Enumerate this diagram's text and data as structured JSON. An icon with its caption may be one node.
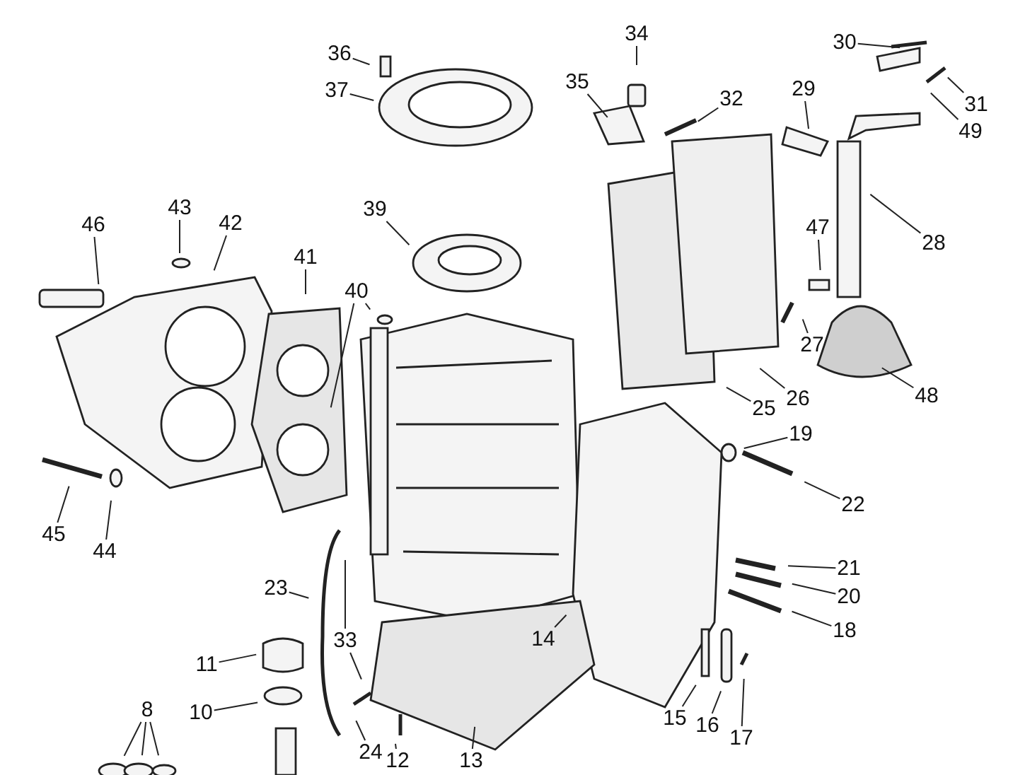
{
  "diagram": {
    "nodes": [
      {
        "text": [
          "34"
        ]
      },
      {
        "text": [
          "30"
        ]
      },
      {
        "text": [
          "36"
        ]
      },
      {
        "text": [
          "35"
        ]
      },
      {
        "text": [
          "29"
        ]
      },
      {
        "text": [
          "32"
        ]
      },
      {
        "text": [
          "37"
        ]
      },
      {
        "text": [
          "31"
        ]
      },
      {
        "text": [
          "49"
        ]
      },
      {
        "text": [
          "43"
        ]
      },
      {
        "text": [
          "39"
        ]
      },
      {
        "text": [
          "42"
        ]
      },
      {
        "text": [
          "46"
        ]
      },
      {
        "text": [
          "47"
        ]
      },
      {
        "text": [
          "28"
        ]
      },
      {
        "text": [
          "41"
        ]
      },
      {
        "text": [
          "40"
        ]
      },
      {
        "text": [
          "27"
        ]
      },
      {
        "text": [
          "26"
        ]
      },
      {
        "text": [
          "48"
        ]
      },
      {
        "text": [
          "25"
        ]
      },
      {
        "text": [
          "19"
        ]
      },
      {
        "text": [
          "22"
        ]
      },
      {
        "text": [
          "45"
        ]
      },
      {
        "text": [
          "44"
        ]
      },
      {
        "text": [
          "21"
        ]
      },
      {
        "text": [
          "23"
        ]
      },
      {
        "text": [
          "20"
        ]
      },
      {
        "text": [
          "18"
        ]
      },
      {
        "text": [
          "14"
        ]
      },
      {
        "text": [
          "33"
        ]
      },
      {
        "text": [
          "11"
        ]
      },
      {
        "text": [
          "8"
        ]
      },
      {
        "text": [
          "10"
        ]
      },
      {
        "text": [
          "15"
        ]
      },
      {
        "text": [
          "16"
        ]
      },
      {
        "text": [
          "17"
        ]
      },
      {
        "text": [
          "24"
        ]
      },
      {
        "text": [
          "12"
        ]
      },
      {
        "text": [
          "13"
        ]
      }
    ],
    "edges": [
      {
        "from": 0,
        "to": null,
        "arrow": "none"
      },
      {
        "from": 1,
        "to": null,
        "arrow": "none"
      },
      {
        "from": 2,
        "to": null,
        "arrow": "none"
      },
      {
        "from": 3,
        "to": null,
        "arrow": "none"
      },
      {
        "from": 4,
        "to": null,
        "arrow": "none"
      },
      {
        "from": 5,
        "to": null,
        "arrow": "none"
      },
      {
        "from": 6,
        "to": null,
        "arrow": "none"
      },
      {
        "from": 7,
        "to": null,
        "arrow": "none"
      },
      {
        "from": 8,
        "to": null,
        "arrow": "none"
      },
      {
        "from": 9,
        "to": null,
        "arrow": "none"
      },
      {
        "from": 10,
        "to": null,
        "arrow": "none"
      },
      {
        "from": 11,
        "to": null,
        "arrow": "none"
      },
      {
        "from": 12,
        "to": null,
        "arrow": "none"
      },
      {
        "from": 13,
        "to": null,
        "arrow": "none"
      },
      {
        "from": 14,
        "to": null,
        "arrow": "none"
      },
      {
        "from": 15,
        "to": null,
        "arrow": "none"
      },
      {
        "from": 16,
        "to": null,
        "arrow": "none"
      },
      {
        "from": 16,
        "to": null,
        "arrow": "none"
      },
      {
        "from": 17,
        "to": null,
        "arrow": "none"
      },
      {
        "from": 18,
        "to": null,
        "arrow": "none"
      },
      {
        "from": 19,
        "to": null,
        "arrow": "none"
      },
      {
        "from": 20,
        "to": null,
        "arrow": "none"
      },
      {
        "from": 21,
        "to": null,
        "arrow": "none"
      },
      {
        "from": 22,
        "to": null,
        "arrow": "none"
      },
      {
        "from": 23,
        "to": null,
        "arrow": "none"
      },
      {
        "from": 24,
        "to": null,
        "arrow": "none"
      },
      {
        "from": 25,
        "to": null,
        "arrow": "none"
      },
      {
        "from": 26,
        "to": null,
        "arrow": "none"
      },
      {
        "from": 27,
        "to": null,
        "arrow": "none"
      },
      {
        "from": 28,
        "to": null,
        "arrow": "none"
      },
      {
        "from": 29,
        "to": null,
        "arrow": "none"
      },
      {
        "from": 30,
        "to": null,
        "arrow": "none"
      },
      {
        "from": 30,
        "to": null,
        "arrow": "none"
      },
      {
        "from": 31,
        "to": null,
        "arrow": "none"
      },
      {
        "from": 32,
        "to": null,
        "arrow": "none"
      },
      {
        "from": 32,
        "to": null,
        "arrow": "none"
      },
      {
        "from": 32,
        "to": null,
        "arrow": "none"
      },
      {
        "from": 33,
        "to": null,
        "arrow": "none"
      },
      {
        "from": 34,
        "to": null,
        "arrow": "none"
      },
      {
        "from": 35,
        "to": null,
        "arrow": "none"
      },
      {
        "from": 36,
        "to": null,
        "arrow": "none"
      },
      {
        "from": 37,
        "to": null,
        "arrow": "none"
      },
      {
        "from": 38,
        "to": null,
        "arrow": "none"
      },
      {
        "from": 39,
        "to": null,
        "arrow": "none"
      }
    ]
  }
}
